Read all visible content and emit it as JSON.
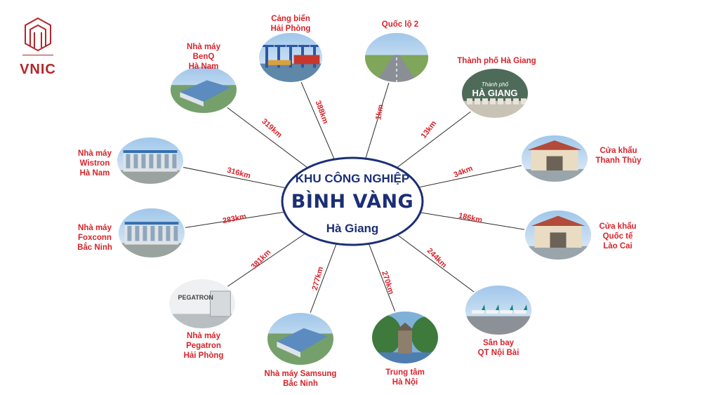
{
  "brand": {
    "name": "VNIC",
    "color": "#b3262b"
  },
  "hub": {
    "line1": "KHU CÔNG NGHIỆP",
    "line2": "BÌNH VÀNG",
    "line3": "Hà Giang",
    "border_color": "#1b2f75",
    "text_color": "#1b2f75"
  },
  "accent_color": "#d8232a",
  "destinations": [
    {
      "id": "cang-bien-hai-phong",
      "label": "Cảng biển\nHải Phòng",
      "distance": "388km",
      "image": "port-cranes"
    },
    {
      "id": "quoc-lo-2",
      "label": "Quốc lộ 2",
      "distance": "1km",
      "image": "highway"
    },
    {
      "id": "thanh-pho-ha-giang",
      "label": "Thành phố Hà Giang",
      "distance": "13km",
      "image": "city-sign",
      "image_text_small": "Thành phố",
      "image_text_big": "HÀ GIANG"
    },
    {
      "id": "cua-khau-thanh-thuy",
      "label": "Cửa khẩu\nThanh Thủy",
      "distance": "34km",
      "image": "border-gate"
    },
    {
      "id": "cua-khau-lao-cai",
      "label": "Cửa khẩu\nQuốc tế\nLào Cai",
      "distance": "186km",
      "image": "border-gate-large"
    },
    {
      "id": "san-bay-noi-bai",
      "label": "Sân bay\nQT Nội Bài",
      "distance": "244km",
      "image": "airplanes"
    },
    {
      "id": "trung-tam-ha-noi",
      "label": "Trung tâm\nHà Nội",
      "distance": "270km",
      "image": "turtle-tower"
    },
    {
      "id": "samsung-bac-ninh",
      "label": "Nhà máy Samsung\nBắc Ninh",
      "distance": "277km",
      "image": "factory-aerial"
    },
    {
      "id": "pegatron-hai-phong",
      "label": "Nhà máy\nPegatron\nHải Phòng",
      "distance": "381km",
      "image": "factory-sign",
      "image_text_big": "PEGATRON"
    },
    {
      "id": "foxconn-bac-ninh",
      "label": "Nhà máy\nFoxconn\nBắc Ninh",
      "distance": "283km",
      "image": "factory-building"
    },
    {
      "id": "wistron-ha-nam",
      "label": "Nhà máy\nWistron\nHà Nam",
      "distance": "316km",
      "image": "factory-building"
    },
    {
      "id": "benq-ha-nam",
      "label": "Nhà máy\nBenQ\nHà Nam",
      "distance": "319km",
      "image": "factory-aerial"
    }
  ]
}
